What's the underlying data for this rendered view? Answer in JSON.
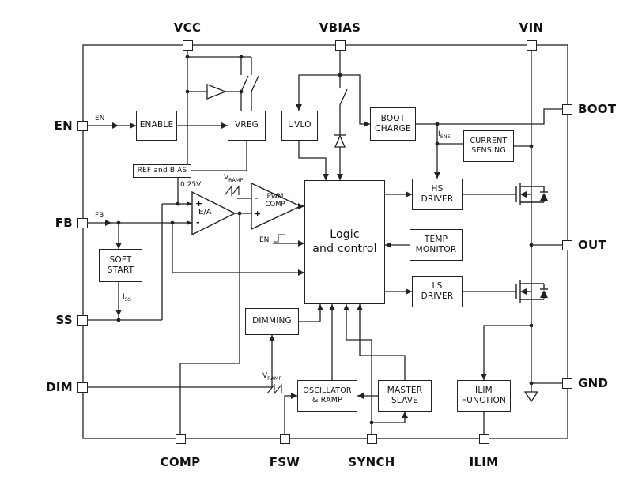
{
  "diagram": {
    "pins": {
      "vcc": "VCC",
      "vbias": "VBIAS",
      "vin": "VIN",
      "en": "EN",
      "fb": "FB",
      "ss": "SS",
      "dim": "DIM",
      "boot": "BOOT",
      "out": "OUT",
      "gnd": "GND",
      "comp": "COMP",
      "fsw": "FSW",
      "synch": "SYNCH",
      "ilim": "ILIM"
    },
    "blocks": {
      "enable": "ENABLE",
      "vreg": "VREG",
      "uvlo": "UVLO",
      "boot_charge": "BOOT\nCHARGE",
      "current_sensing": "CURRENT\nSENSING",
      "hs_driver": "HS\nDRIVER",
      "temp_monitor": "TEMP\nMONITOR",
      "ls_driver": "LS\nDRIVER",
      "logic": "Logic\nand control",
      "ref_bias": "REF and BIAS",
      "soft_start": "SOFT\nSTART",
      "dimming": "DIMMING",
      "oscillator": "OSCILLATOR\n& RAMP",
      "master_slave": "MASTER\nSLAVE",
      "ilim_function": "ILIM\nFUNCTION",
      "ea": "E/A",
      "pwm_comp": "PWM\nCOMP"
    },
    "labels": {
      "en_wire": "EN",
      "fb_wire": "FB",
      "ref_voltage": "0.25V",
      "en_logic": "EN",
      "v_letter": "V",
      "i_letter": "I",
      "vramp_sub": "RAMP",
      "iss_sub": "SS",
      "isns_sub": "SNS",
      "plus": "+",
      "minus": "-"
    }
  }
}
